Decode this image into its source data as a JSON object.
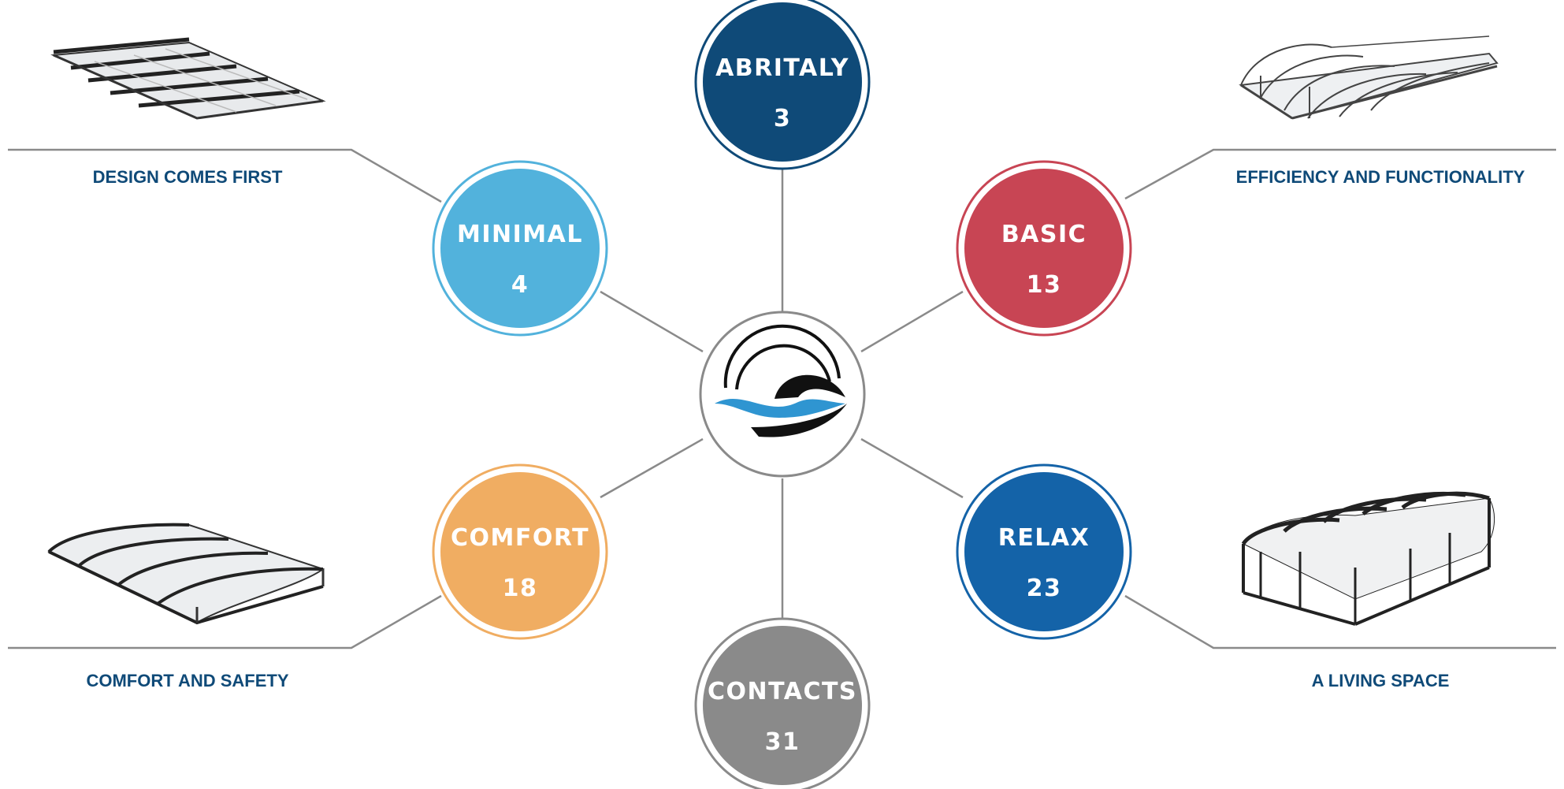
{
  "diagram": {
    "center": {
      "logo": "pool-cover-logo-icon"
    },
    "hubs": [
      {
        "id": "abritaly",
        "label": "ABRITALY",
        "number": "3",
        "color": "#0f4a78"
      },
      {
        "id": "minimal",
        "label": "MINIMAL",
        "number": "4",
        "color": "#52b2dc"
      },
      {
        "id": "basic",
        "label": "BASIC",
        "number": "13",
        "color": "#c84554"
      },
      {
        "id": "comfort",
        "label": "COMFORT",
        "number": "18",
        "color": "#f0ad62"
      },
      {
        "id": "relax",
        "label": "RELAX",
        "number": "23",
        "color": "#1463a8"
      },
      {
        "id": "contacts",
        "label": "CONTACTS",
        "number": "31",
        "color": "#8a8a8a"
      }
    ],
    "captions": {
      "top_left": "DESIGN COMES FIRST",
      "top_right": "EFFICIENCY AND FUNCTIONALITY",
      "bottom_left": "COMFORT AND SAFETY",
      "bottom_right": "A LIVING SPACE"
    },
    "images": {
      "top_left": "telescopic-low-pool-cover-illustration",
      "top_right": "arched-pool-enclosure-illustration",
      "bottom_left": "low-dome-pool-cover-illustration",
      "bottom_right": "high-walk-in-pool-enclosure-illustration"
    },
    "connector_color": "#8a8a8a",
    "caption_color": "#0f4a78"
  }
}
